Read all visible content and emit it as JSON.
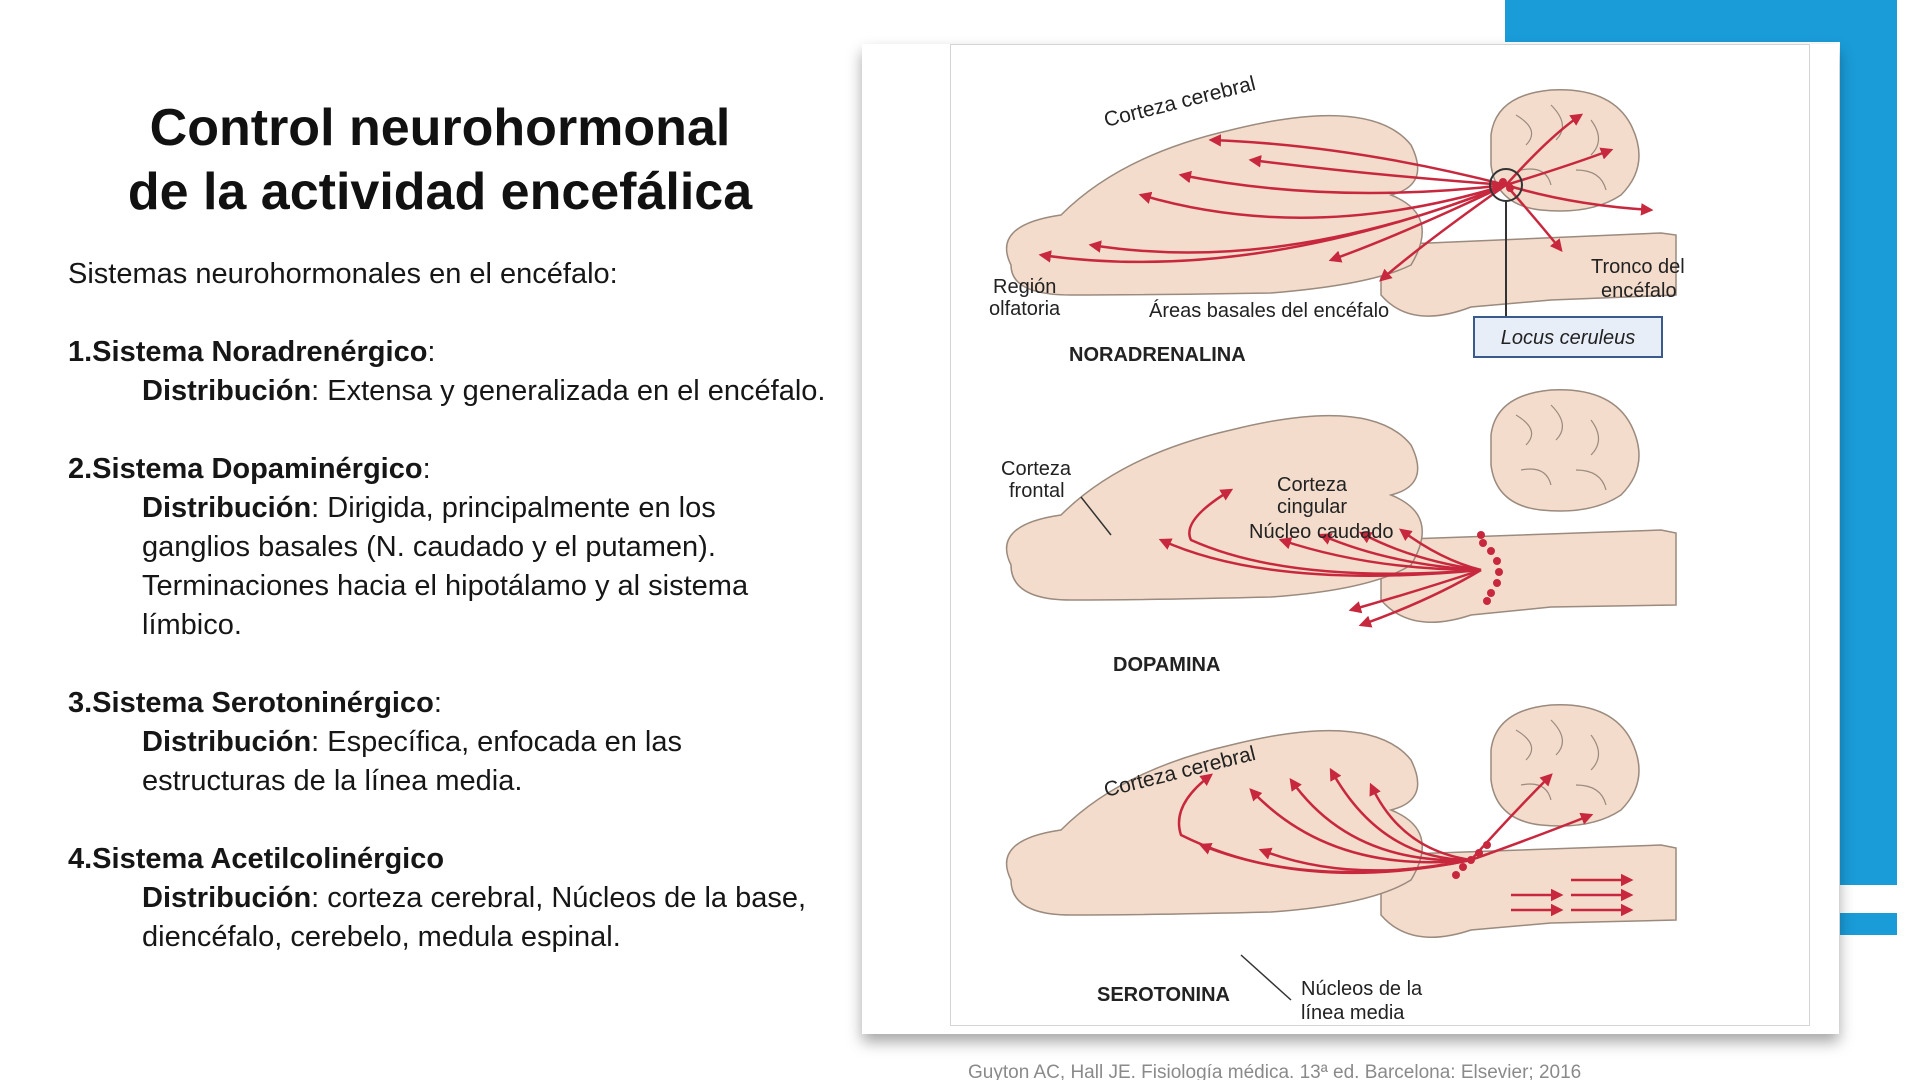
{
  "title": {
    "line1": "Control neurohormonal",
    "line2": "de la actividad encefálica"
  },
  "intro": "Sistemas  neurohormonales en el encéfalo:",
  "systems": [
    {
      "name": "1.Sistema Noradrenérgico",
      "colon": ":",
      "dist_label": "Distribución",
      "dist_text": ": Extensa y generalizada en el encéfalo."
    },
    {
      "name": "2.Sistema Dopaminérgico",
      "colon": ":",
      "dist_label": "Distribución",
      "dist_text": ": Dirigida, principalmente en los ganglios basales (N. caudado y el putamen). Terminaciones hacia el hipotálamo y al sistema límbico."
    },
    {
      "name": "3.Sistema Serotoninérgico",
      "colon": ":",
      "dist_label": "Distribución",
      "dist_text": ": Específica, enfocada en las estructuras de la línea media."
    },
    {
      "name": "4.Sistema Acetilcolinérgico",
      "colon": "",
      "dist_label": "Distribución",
      "dist_text": ": corteza cerebral, Núcleos de la base, diencéfalo, cerebelo, medula espinal."
    }
  ],
  "figure": {
    "panel1": {
      "corteza": "Corteza cerebral",
      "region1": "Región",
      "region2": "olfatoria",
      "areas": "Áreas basales del encéfalo",
      "tronco1": "Tronco del",
      "tronco2": "encéfalo",
      "locus": "Locus ceruleus",
      "name": "NORADRENALINA"
    },
    "panel2": {
      "frontal1": "Corteza",
      "frontal2": "frontal",
      "cingular1": "Corteza",
      "cingular2": "cingular",
      "caudado": "Núcleo caudado",
      "name": "DOPAMINA"
    },
    "panel3": {
      "corteza": "Corteza cerebral",
      "nucleos1": "Núcleos de la",
      "nucleos2": "línea media",
      "name": "SEROTONINA"
    }
  },
  "colors": {
    "accent": "#1a9cd8",
    "brain": "#f3dccb",
    "pathway": "#c8283e"
  },
  "citation": "Guyton AC, Hall JE. Fisiología médica. 13ª ed. Barcelona: Elsevier; 2016"
}
